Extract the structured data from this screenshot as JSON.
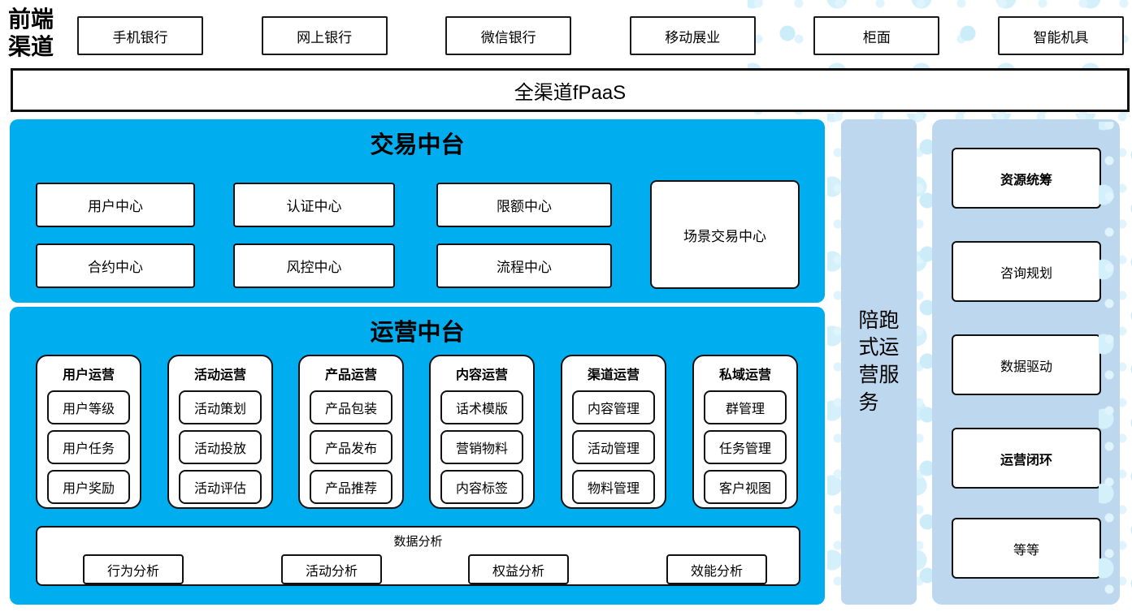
{
  "colors": {
    "bright_blue": "#00AEEF",
    "light_blue": "#BDD7EE",
    "dot_blue": "#D3F0FB",
    "border": "#111111"
  },
  "front_channels": {
    "label_lines": [
      "前端",
      "渠道"
    ],
    "items": [
      "手机银行",
      "网上银行",
      "微信银行",
      "移动展业",
      "柜面",
      "智能机具"
    ]
  },
  "fpaas": {
    "label": "全渠道fPaaS"
  },
  "trade_platform": {
    "title": "交易中台",
    "row1": [
      "用户中心",
      "认证中心",
      "限额中心"
    ],
    "row2": [
      "合约中心",
      "风控中心",
      "流程中心"
    ],
    "tall_box": "场景交易中心"
  },
  "ops_platform": {
    "title": "运营中台",
    "columns": [
      {
        "header": "用户运营",
        "items": [
          "用户等级",
          "用户任务",
          "用户奖励"
        ]
      },
      {
        "header": "活动运营",
        "items": [
          "活动策划",
          "活动投放",
          "活动评估"
        ]
      },
      {
        "header": "产品运营",
        "items": [
          "产品包装",
          "产品发布",
          "产品推荐"
        ]
      },
      {
        "header": "内容运营",
        "items": [
          "话术模版",
          "营销物料",
          "内容标签"
        ]
      },
      {
        "header": "渠道运营",
        "items": [
          "内容管理",
          "活动管理",
          "物料管理"
        ]
      },
      {
        "header": "私域运营",
        "items": [
          "群管理",
          "任务管理",
          "客户视图"
        ]
      }
    ],
    "analysis": {
      "title": "数据分析",
      "items": [
        "行为分析",
        "活动分析",
        "权益分析",
        "效能分析"
      ]
    }
  },
  "side_bar": {
    "label": "陪跑式运营服务",
    "lines": [
      "陪跑",
      "式运",
      "营服",
      "务"
    ]
  },
  "right_panel": {
    "items": [
      {
        "label": "资源统筹",
        "bold": true
      },
      {
        "label": "咨询规划",
        "bold": false
      },
      {
        "label": "数据驱动",
        "bold": false
      },
      {
        "label": "运营闭环",
        "bold": true
      },
      {
        "label": "等等",
        "bold": false
      }
    ]
  }
}
